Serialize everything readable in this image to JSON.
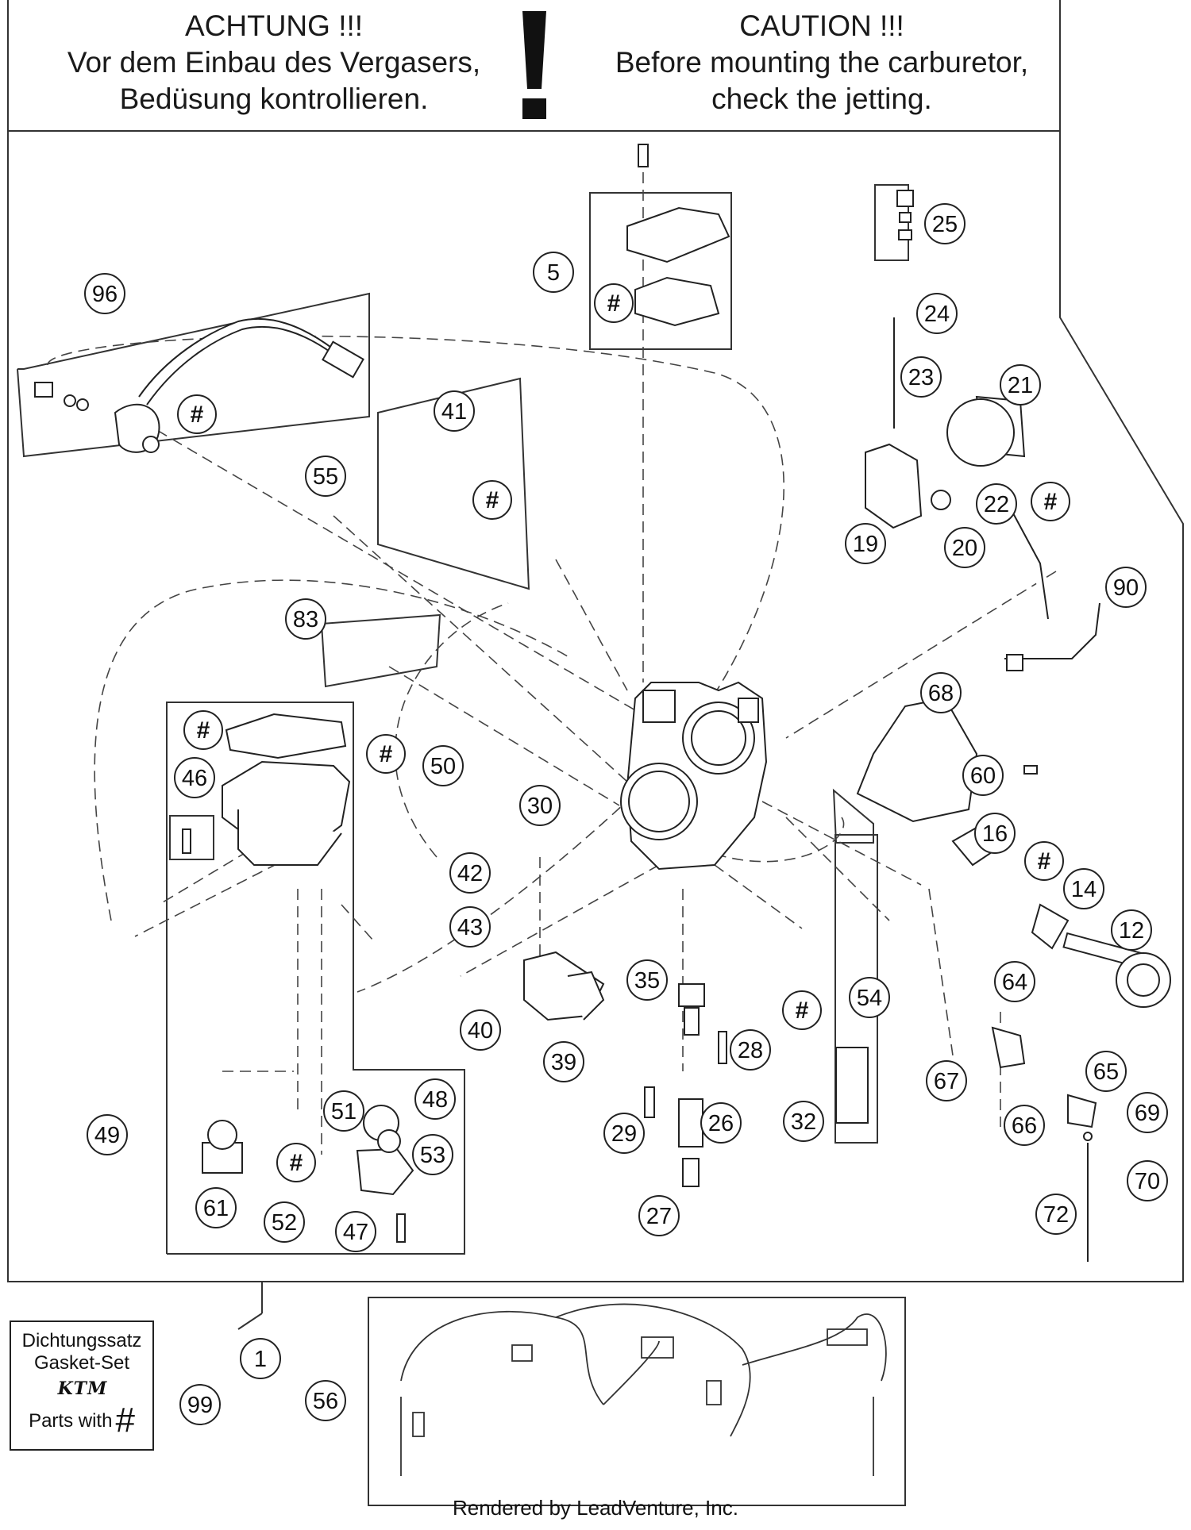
{
  "header": {
    "warning_de": [
      "ACHTUNG !!!",
      "Vor dem Einbau des Vergasers,",
      "Bedüsung kontrollieren."
    ],
    "warning_en": [
      "CAUTION !!!",
      "Before mounting the carburetor,",
      "check the jetting."
    ]
  },
  "callouts": [
    "96",
    "5",
    "25",
    "24",
    "23",
    "21",
    "22",
    "19",
    "20",
    "41",
    "55",
    "90",
    "83",
    "68",
    "60",
    "46",
    "50",
    "30",
    "16",
    "42",
    "43",
    "14",
    "12",
    "35",
    "54",
    "64",
    "40",
    "39",
    "28",
    "67",
    "65",
    "49",
    "51",
    "48",
    "29",
    "26",
    "32",
    "66",
    "69",
    "53",
    "61",
    "52",
    "47",
    "27",
    "70",
    "72",
    "1",
    "56",
    "99"
  ],
  "parts_set_marker": "#",
  "gasket_set": {
    "line1": "Dichtungssatz",
    "line2": "Gasket-Set",
    "brand": "KTM",
    "line3": "Parts with",
    "symbol": "#"
  },
  "footer": "Rendered by LeadVenture, Inc."
}
